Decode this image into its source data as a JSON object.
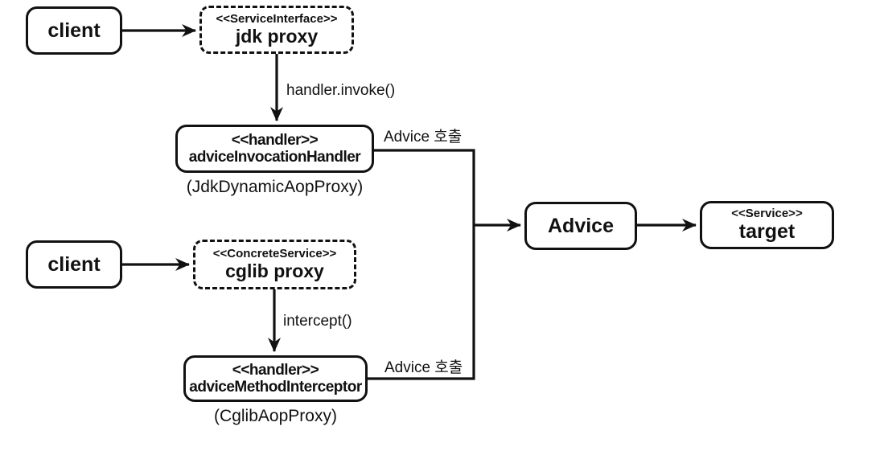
{
  "diagram": {
    "background_color": "#ffffff",
    "line_color": "#111111",
    "nodes": {
      "client_top": {
        "label": "client"
      },
      "jdk_proxy": {
        "stereotype": "<<ServiceInterface>>",
        "label": "jdk proxy"
      },
      "invocation_handler": {
        "stereotype": "<<handler>>",
        "label": "adviceInvocationHandler",
        "caption": "(JdkDynamicAopProxy)"
      },
      "client_bottom": {
        "label": "client"
      },
      "cglib_proxy": {
        "stereotype": "<<ConcreteService>>",
        "label": "cglib proxy"
      },
      "method_interceptor": {
        "stereotype": "<<handler>>",
        "label": "adviceMethodInterceptor",
        "caption": "(CglibAopProxy)"
      },
      "advice": {
        "label": "Advice"
      },
      "target": {
        "stereotype": "<<Service>>",
        "label": "target"
      }
    },
    "edge_labels": {
      "handler_invoke": "handler.invoke()",
      "intercept": "intercept()",
      "advice_call_top": "Advice 호출",
      "advice_call_bottom": "Advice 호출"
    }
  }
}
